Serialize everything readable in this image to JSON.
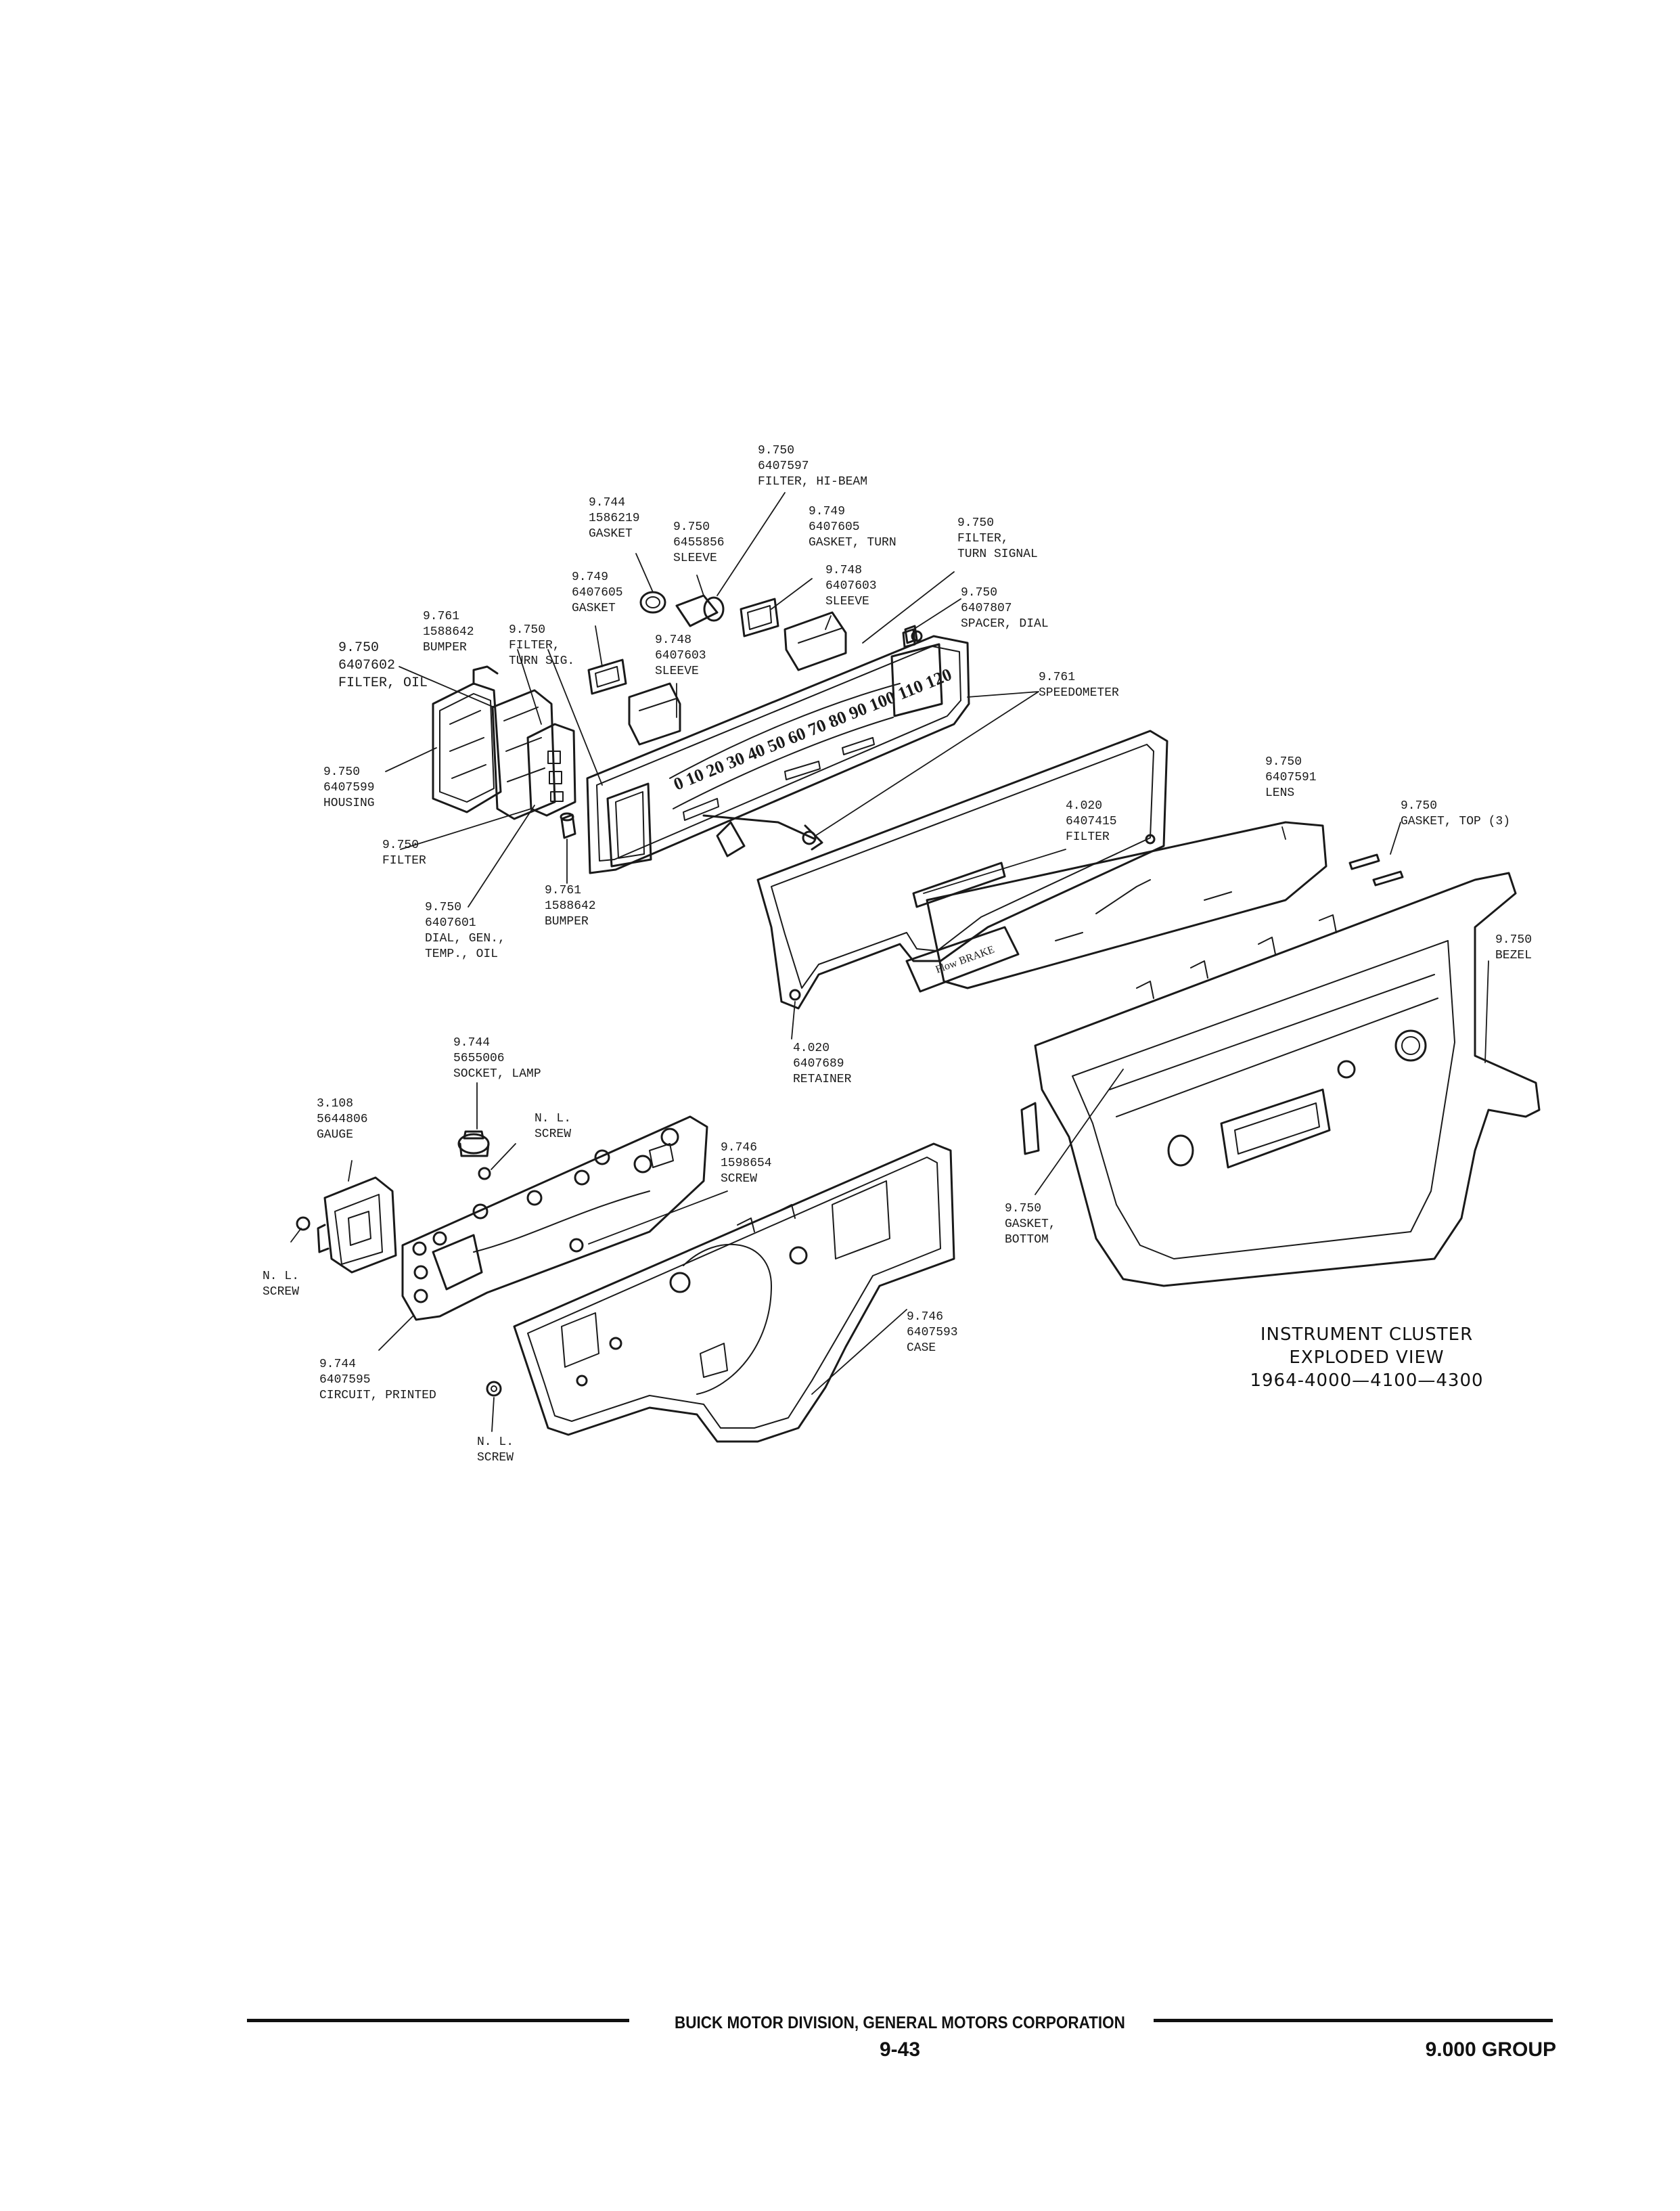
{
  "title": {
    "line1": "INSTRUMENT CLUSTER",
    "line2": "EXPLODED VIEW",
    "line3": "1964-4000—4100—4300"
  },
  "footer": {
    "company": "BUICK MOTOR DIVISION, GENERAL MOTORS CORPORATION",
    "page": "9-43",
    "group": "9.000 GROUP"
  },
  "labels": {
    "filter_hibeam": [
      "9.750",
      "6407597",
      "FILTER, HI-BEAM"
    ],
    "gasket_1586219": [
      "9.744",
      "1586219",
      "GASKET"
    ],
    "sleeve_6455856": [
      "9.750",
      "6455856",
      "SLEEVE"
    ],
    "gasket_turn": [
      "9.749",
      "6407605",
      "GASKET, TURN"
    ],
    "filter_turn_signal": [
      "9.750",
      "FILTER,",
      "TURN SIGNAL"
    ],
    "sleeve_6407603_right": [
      "9.748",
      "6407603",
      "SLEEVE"
    ],
    "spacer_dial": [
      "9.750",
      "6407807",
      "SPACER, DIAL"
    ],
    "gasket_6407605_left": [
      "9.749",
      "6407605",
      "GASKET"
    ],
    "bumper_top": [
      "9.761",
      "1588642",
      "BUMPER"
    ],
    "filter_turn_sig": [
      "9.750",
      "FILTER,",
      "TURN SIG."
    ],
    "sleeve_6407603_left": [
      "9.748",
      "6407603",
      "SLEEVE"
    ],
    "filter_oil": [
      "9.750",
      "6407602",
      "FILTER, OIL"
    ],
    "speedometer": [
      "9.761",
      "SPEEDOMETER"
    ],
    "housing": [
      "9.750",
      "6407599",
      "HOUSING"
    ],
    "filter_small": [
      "9.750",
      "FILTER"
    ],
    "dial_gen_temp_oil": [
      "9.750",
      "6407601",
      "DIAL, GEN.,",
      "TEMP., OIL"
    ],
    "bumper_bottom": [
      "9.761",
      "1588642",
      "BUMPER"
    ],
    "filter_6407415": [
      "4.020",
      "6407415",
      "FILTER"
    ],
    "lens": [
      "9.750",
      "6407591",
      "LENS"
    ],
    "gasket_top": [
      "9.750",
      "GASKET, TOP (3)"
    ],
    "bezel": [
      "9.750",
      "BEZEL"
    ],
    "retainer": [
      "4.020",
      "6407689",
      "RETAINER"
    ],
    "socket_lamp": [
      "9.744",
      "5655006",
      "SOCKET, LAMP"
    ],
    "gauge": [
      "3.108",
      "5644806",
      "GAUGE"
    ],
    "nl_screw_top": [
      "N. L.",
      "SCREW"
    ],
    "screw_1598654": [
      "9.746",
      "1598654",
      "SCREW"
    ],
    "nl_screw_left": [
      "N. L.",
      "SCREW"
    ],
    "gasket_bottom": [
      "9.750",
      "GASKET,",
      "BOTTOM"
    ],
    "case": [
      "9.746",
      "6407593",
      "CASE"
    ],
    "circuit_printed": [
      "9.744",
      "6407595",
      "CIRCUIT, PRINTED"
    ],
    "nl_screw_bottom": [
      "N. L.",
      "SCREW"
    ]
  }
}
